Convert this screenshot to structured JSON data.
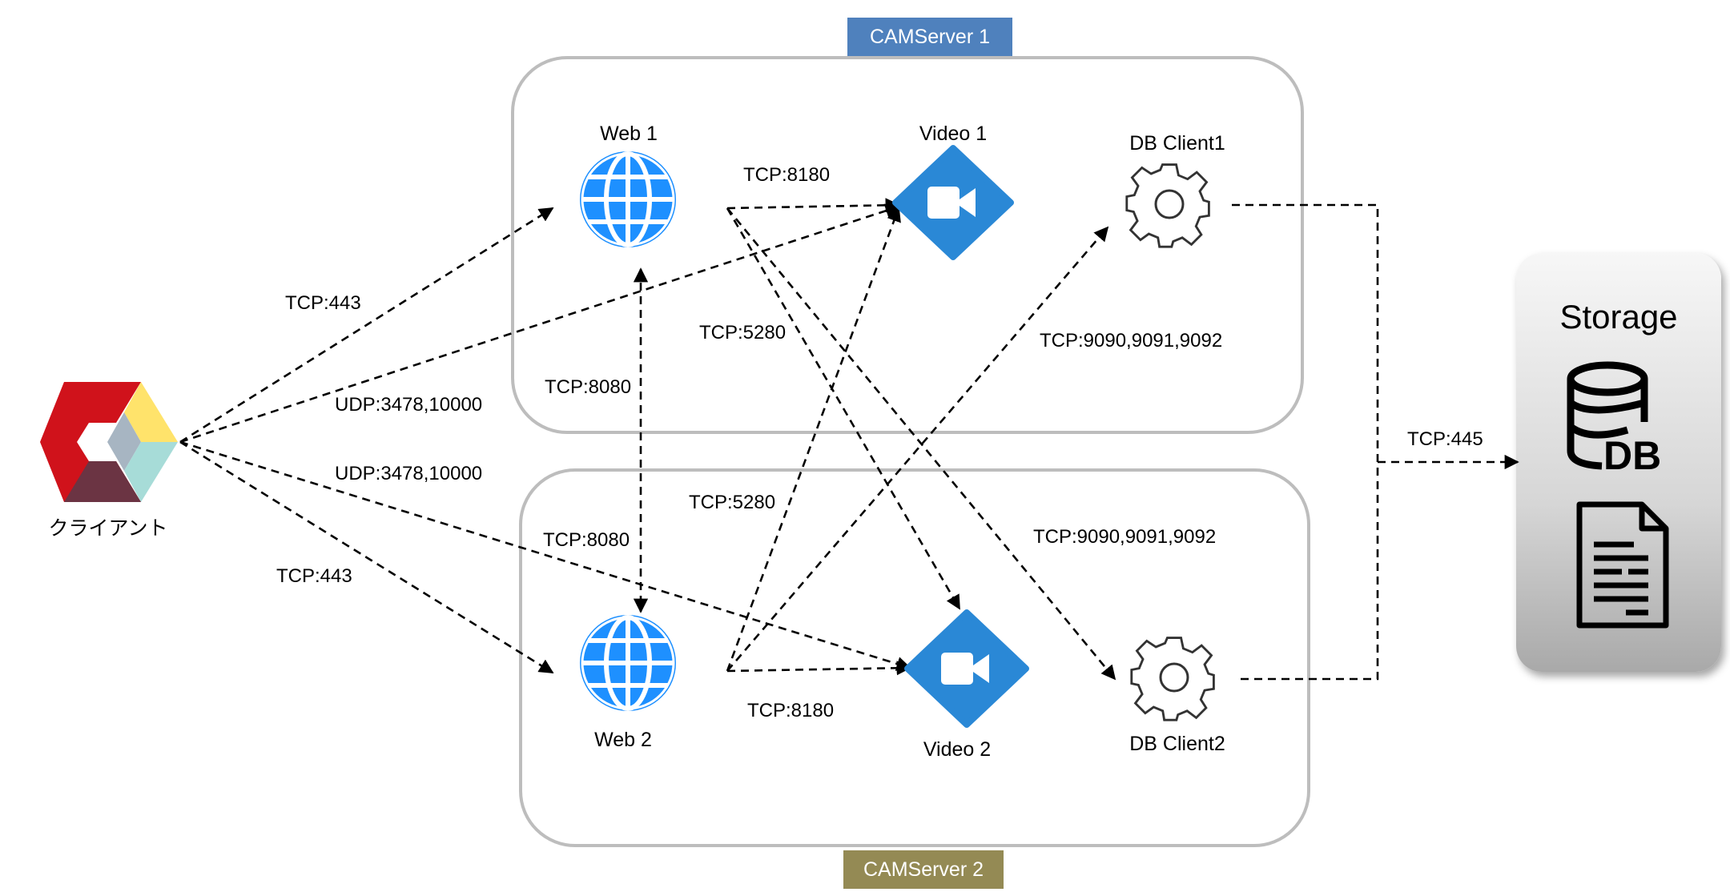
{
  "servers": [
    {
      "tag": "CAMServer 1",
      "tag_color": "#4f81bd"
    },
    {
      "tag": "CAMServer 2",
      "tag_color": "#948a54"
    }
  ],
  "nodes": {
    "client": "クライアント",
    "web1": "Web 1",
    "web2": "Web 2",
    "video1": "Video 1",
    "video2": "Video 2",
    "dbclient1": "DB Client1",
    "dbclient2": "DB Client2"
  },
  "storage": {
    "title": "Storage",
    "db_icon_label": "DB"
  },
  "ports": {
    "client_web1": "TCP:443",
    "client_video1": "UDP:3478,10000",
    "client_video2": "UDP:3478,10000",
    "client_web2": "TCP:443",
    "web1_video1": "TCP:8180",
    "web2_video2": "TCP:8180",
    "web_web_upper": "TCP:8080",
    "web_web_lower": "TCP:8080",
    "web2_video1": "TCP:5280",
    "web1_video2": "TCP:5280",
    "web2_dbclient1": "TCP:9090,9091,9092",
    "web1_dbclient2": "TCP:9090,9091,9092",
    "db_storage": "TCP:445"
  },
  "colors": {
    "globe": "#1e90ff",
    "video": "#2a88d6",
    "logo_red": "#d0121b",
    "logo_yellow": "#ffe36b",
    "logo_gray": "#a7b5c2",
    "logo_teal": "#a7dcd8",
    "logo_maroon": "#6b3443"
  }
}
